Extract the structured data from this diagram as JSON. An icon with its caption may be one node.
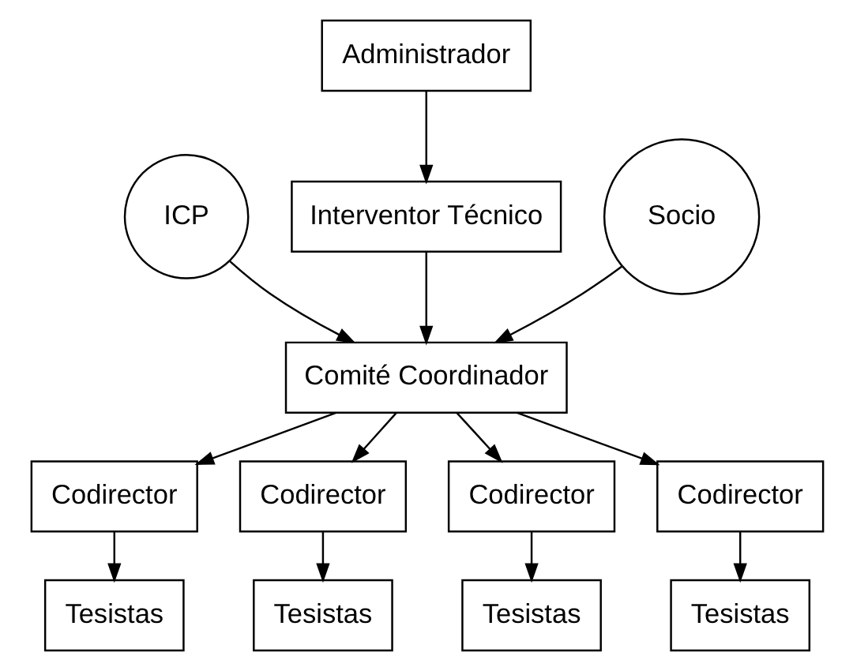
{
  "diagram": {
    "nodes": [
      {
        "text": [
          "Administrador"
        ]
      },
      {
        "text": [
          "Interventor Técnico"
        ]
      },
      {
        "text": [
          "ICP"
        ]
      },
      {
        "text": [
          "Comité Coordinador"
        ]
      },
      {
        "text": [
          "Socio"
        ]
      },
      {
        "text": [
          "Codirector"
        ]
      },
      {
        "text": [
          "Codirector"
        ]
      },
      {
        "text": [
          "Codirector"
        ]
      },
      {
        "text": [
          "Codirector"
        ]
      },
      {
        "text": [
          "Tesistas"
        ]
      },
      {
        "text": [
          "Tesistas"
        ]
      },
      {
        "text": [
          "Tesistas"
        ]
      },
      {
        "text": [
          "Tesistas"
        ]
      }
    ],
    "edges": [
      {
        "from": 0,
        "to": 1,
        "arrow": "to"
      },
      {
        "from": 1,
        "to": 3,
        "arrow": "to"
      },
      {
        "from": 2,
        "to": 3,
        "arrow": "to"
      },
      {
        "from": 4,
        "to": 3,
        "arrow": "to"
      },
      {
        "from": 3,
        "to": 5,
        "arrow": "to"
      },
      {
        "from": 3,
        "to": 6,
        "arrow": "to"
      },
      {
        "from": 3,
        "to": 7,
        "arrow": "to"
      },
      {
        "from": 3,
        "to": 8,
        "arrow": "to"
      },
      {
        "from": 5,
        "to": 9,
        "arrow": "to"
      },
      {
        "from": 6,
        "to": 10,
        "arrow": "to"
      },
      {
        "from": 7,
        "to": 11,
        "arrow": "to"
      },
      {
        "from": 8,
        "to": 12,
        "arrow": "to"
      }
    ]
  }
}
